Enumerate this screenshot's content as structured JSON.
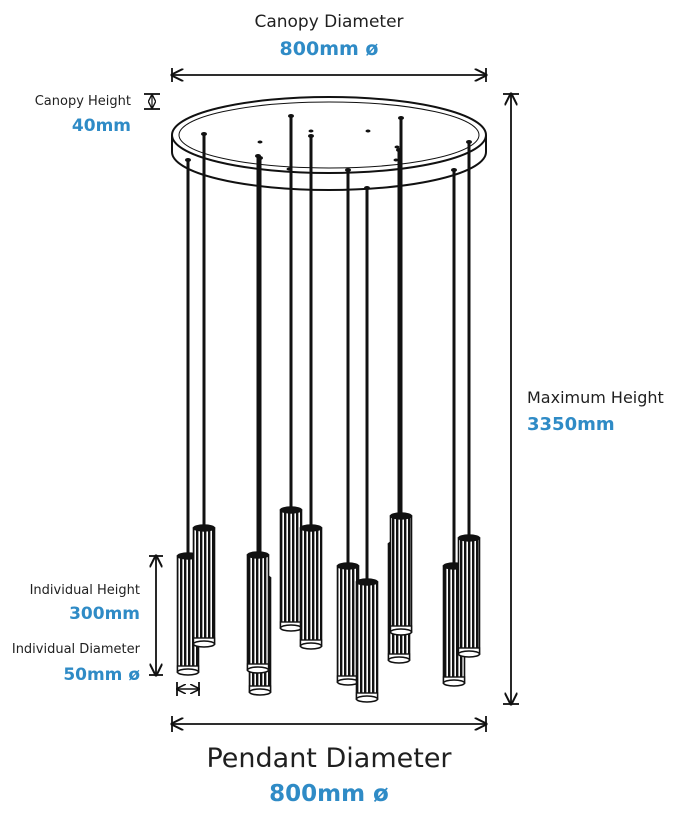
{
  "labels": {
    "canopy_diameter": "Canopy Diameter",
    "canopy_diameter_value": "800mm ø",
    "canopy_height": "Canopy Height",
    "canopy_height_value": "40mm",
    "maximum_height": "Maximum Height",
    "maximum_height_value": "3350mm",
    "individual_height": "Individual Height",
    "individual_height_value": "300mm",
    "individual_diameter": "Individual Diameter",
    "individual_diameter_value": "50mm ø",
    "pendant_diameter": "Pendant Diameter",
    "pendant_diameter_value": "800mm ø"
  },
  "colors": {
    "text": "#1f1f1f",
    "value": "#2f8bc6",
    "line": "#111111"
  }
}
